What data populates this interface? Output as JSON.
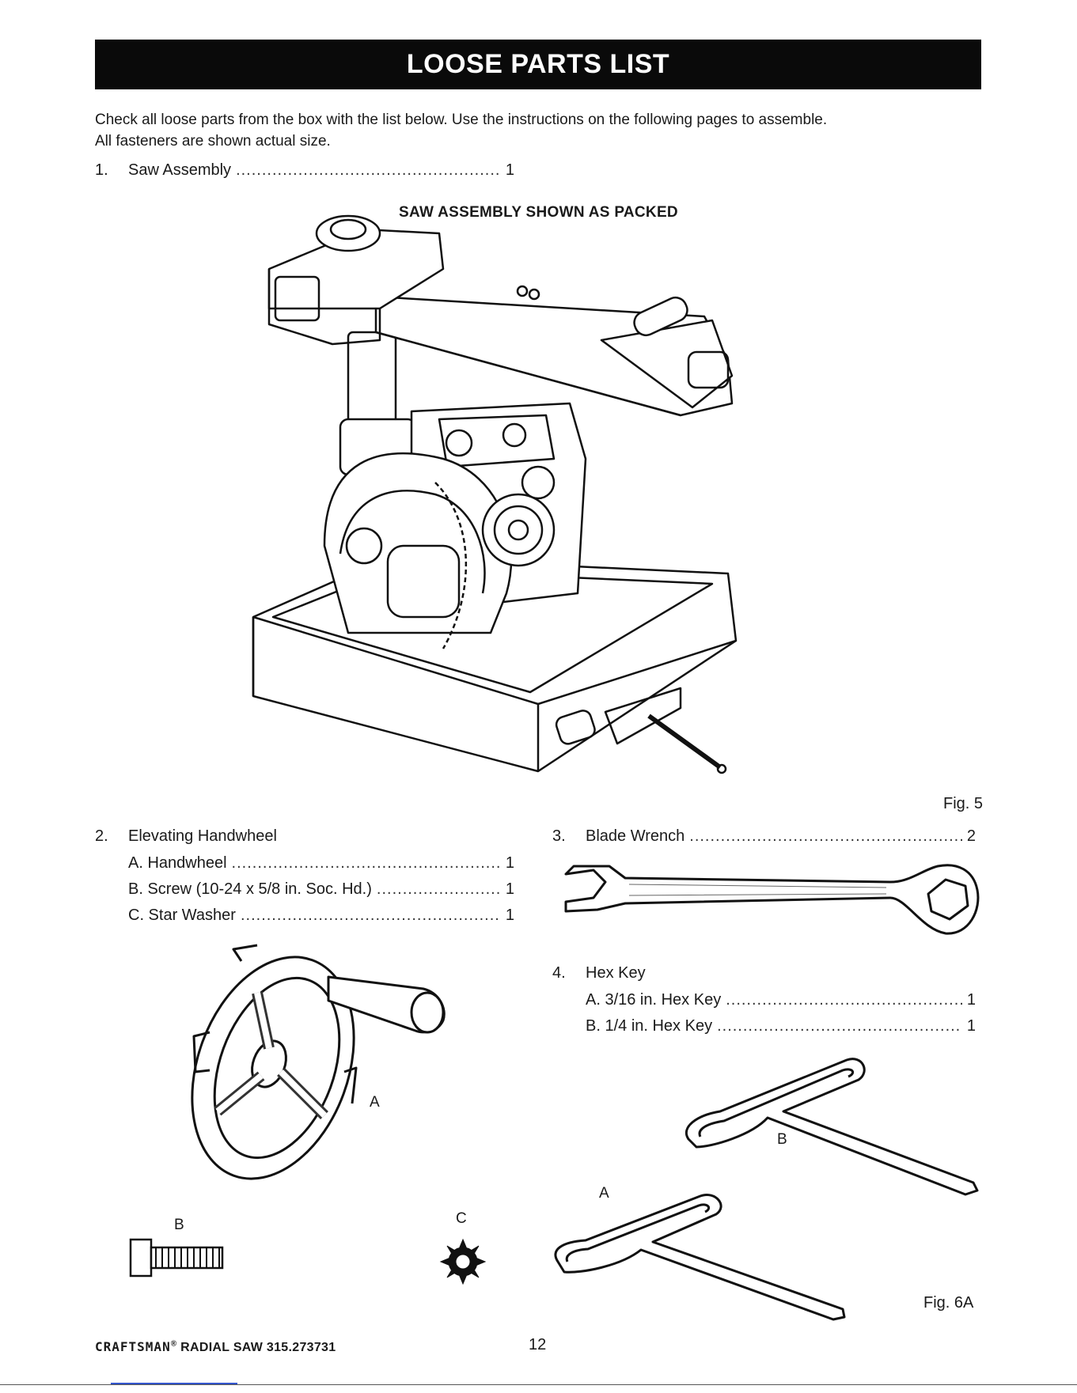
{
  "header": {
    "title": "LOOSE PARTS LIST"
  },
  "intro": {
    "line1": "Check all loose parts from the box with the list below. Use the instructions on the following pages to assemble.",
    "line2": "All fasteners are shown actual size."
  },
  "items": {
    "saw_assembly": {
      "num": "1.",
      "label": "Saw Assembly",
      "qty": "1"
    },
    "elevating_handwheel": {
      "num": "2.",
      "label": "Elevating Handwheel"
    },
    "handwheel": {
      "label": "A. Handwheel",
      "qty": "1"
    },
    "screw": {
      "label": "B. Screw (10-24 x 5/8 in. Soc. Hd.)",
      "qty": "1"
    },
    "star_washer": {
      "label": "C. Star Washer",
      "qty": "1"
    },
    "blade_wrench": {
      "num": "3.",
      "label": "Blade Wrench",
      "qty": "2"
    },
    "hex_key": {
      "num": "4.",
      "label": "Hex Key"
    },
    "hex_key_a": {
      "label": "A. 3/16 in. Hex Key",
      "qty": "1"
    },
    "hex_key_b": {
      "label": "B. 1/4 in. Hex Key",
      "qty": "1"
    }
  },
  "figures": {
    "saw_caption": "SAW ASSEMBLY SHOWN AS PACKED",
    "fig5": "Fig. 5",
    "fig6a": "Fig. 6A",
    "callouts": {
      "handwheel": "A",
      "screw": "B",
      "washer": "C",
      "key_a": "A",
      "key_b": "B"
    }
  },
  "footer": {
    "brand": "CRAFTSMAN",
    "registered": "®",
    "product": "RADIAL SAW 315.273731",
    "page": "12"
  }
}
